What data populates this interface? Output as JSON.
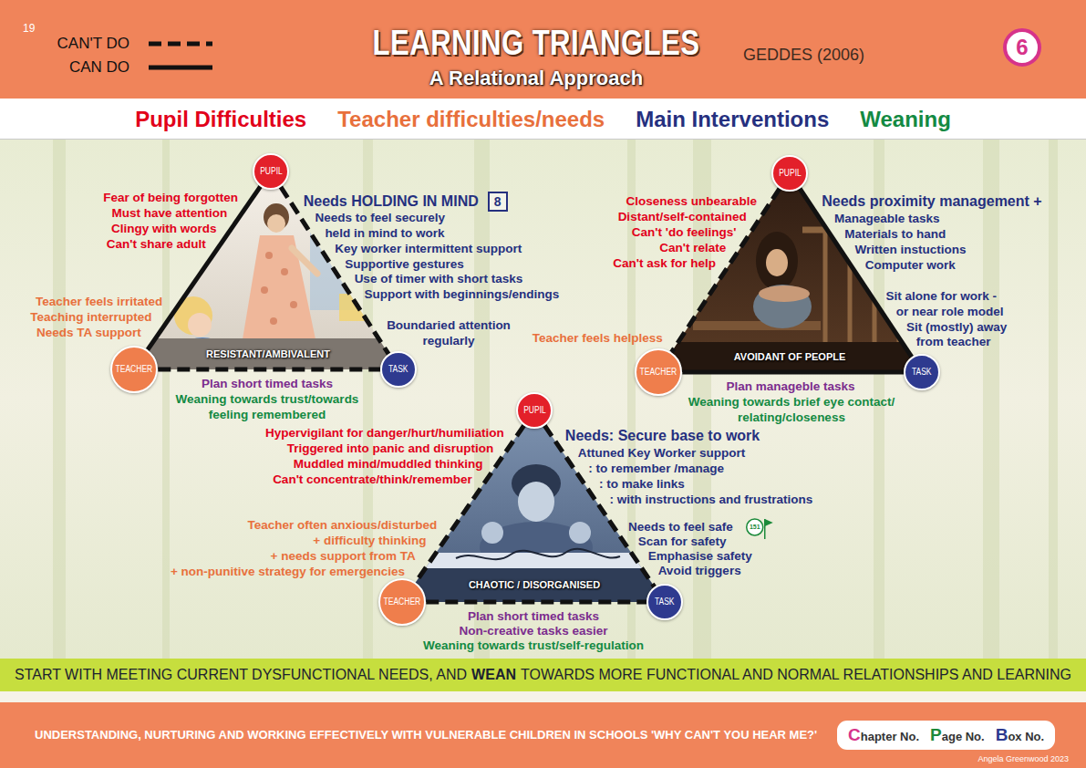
{
  "diagram": {
    "title": "LEARNING TRIANGLES",
    "nodes": [
      {
        "text": [
          "6"
        ]
      },
      {
        "text": [
          "PUPIL"
        ]
      },
      {
        "text": [
          "8"
        ]
      },
      {
        "text": [
          "TEACHER"
        ]
      },
      {
        "text": [
          "TASK"
        ]
      },
      {
        "text": [
          "PUPIL"
        ]
      },
      {
        "text": [
          "TEACHER"
        ]
      },
      {
        "text": [
          "TASK"
        ]
      },
      {
        "text": [
          "PUPIL"
        ]
      },
      {
        "text": [
          "TEACHER"
        ]
      },
      {
        "text": [
          "TASK"
        ]
      },
      {
        "text": [
          "START WITH MEETING CURRENT DYSFUNCTIONAL NEEDS, AND",
          "WEAN",
          "TOWARDS MORE FUNCTIONAL AND NORMAL RELATIONSHIPS AND LEARNING"
        ]
      },
      {
        "text": [
          "UNDERSTANDING, NURTURING AND WORKING EFFECTIVELY WITH VULNERABLE CHILDREN IN SCHOOLS 'WHY CAN'T YOU HEAR ME?'"
        ]
      },
      {
        "text": [
          "Chapter No.",
          "Page No.",
          "Box No."
        ],
        "in": 12
      }
    ],
    "edges": [
      {
        "from": 1,
        "to": 3,
        "arrow": "none"
      },
      {
        "from": 1,
        "to": 4,
        "arrow": "none"
      },
      {
        "from": 3,
        "to": 4,
        "arrow": "none"
      },
      {
        "from": 5,
        "to": 6,
        "arrow": "none"
      },
      {
        "from": 5,
        "to": 7,
        "arrow": "none"
      },
      {
        "from": 6,
        "to": 7,
        "arrow": "none"
      },
      {
        "from": 8,
        "to": 9,
        "arrow": "none"
      },
      {
        "from": 8,
        "to": 10,
        "arrow": "none"
      },
      {
        "from": 9,
        "to": 10,
        "arrow": "none"
      }
    ],
    "labels": [
      "19",
      "A Relational Approach",
      "GEDDES (2006)",
      "Pupil Difficulties",
      "Teacher difficulties/needs",
      "Main Interventions",
      "Weaning",
      "Fear of being forgotten",
      "Must have attention",
      "Clingy with words",
      "Can't share adult",
      "Needs HOLDING IN MIND",
      "Needs to feel securely",
      "held in mind to work",
      "Key worker intermittent support",
      "Supportive gestures",
      "Use of timer with short tasks",
      "Support with beginnings/endings",
      "Teacher feels irritated",
      "Teaching interrupted",
      "Needs TA support",
      "Boundaried attention",
      "regularly",
      "RESISTANT/AMBIVALENT",
      "Plan short timed tasks",
      "Weaning towards trust/towards",
      "feeling remembered",
      "Closeness unbearable",
      "Distant/self-contained",
      "Can't 'do feelings'",
      "Can't relate",
      "Can't ask for help",
      "Needs proximity management +",
      "Manageable tasks",
      "Materials to hand",
      "Written instuctions",
      "Computer work",
      "Sit alone for work -",
      "or near role model",
      "Sit (mostly) away",
      "from teacher",
      "Teacher feels helpless",
      "AVOIDANT OF PEOPLE",
      "Plan manageble tasks",
      "Weaning towards brief eye contact/",
      "relating/closeness",
      "Hypervigilant for danger/hurt/humiliation",
      "Triggered into panic and disruption",
      "Muddled mind/muddled thinking",
      "Can't concentrate/think/remember",
      "Needs: Secure base to work",
      "Attuned Key Worker support",
      ": to remember /manage",
      ": to make links",
      ": with instructions and frustrations",
      "Teacher often anxious/disturbed",
      "+ difficulty thinking",
      "+ needs support from TA",
      "+ non-punitive strategy for emergencies",
      "Needs to feel safe",
      "Scan for safety",
      "Emphasise safety",
      "Avoid triggers",
      "151",
      "CHAOTIC / DISORGANISED",
      "Plan short timed tasks",
      "Non-creative tasks easier",
      "Weaning towards trust/self-regulation",
      "Angela Greenwood 2023"
    ],
    "legend": [
      {
        "text": "CAN'T DO"
      },
      {
        "text": "CAN DO"
      }
    ]
  }
}
